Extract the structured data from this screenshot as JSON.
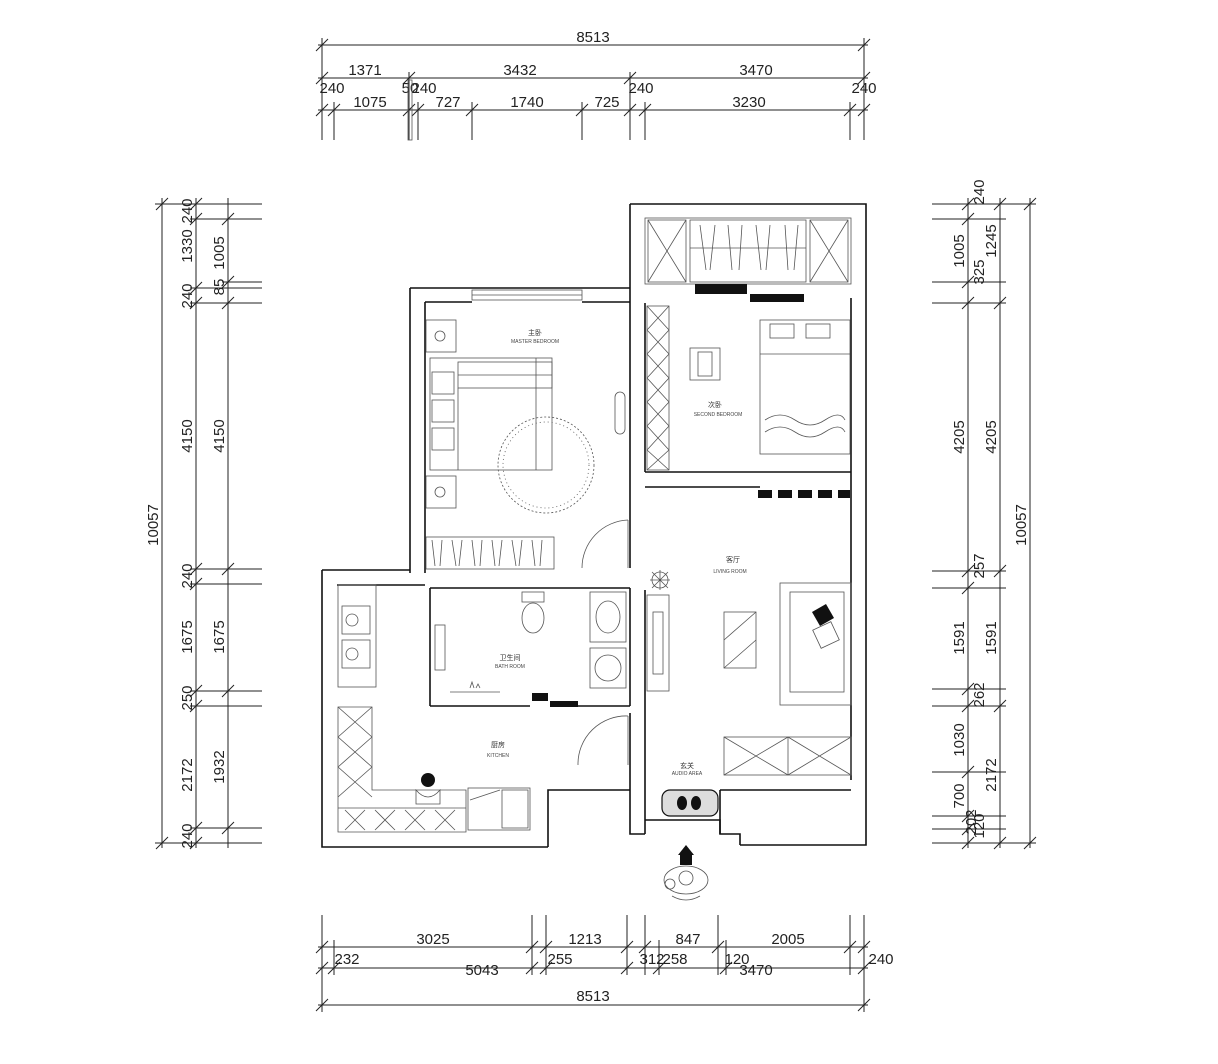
{
  "top_dimensions": {
    "overall": "8513",
    "row2": [
      "1371",
      "3432",
      "3470"
    ],
    "row3": [
      "240",
      "1075",
      "50",
      "240",
      "727",
      "1740",
      "725",
      "240",
      "3230",
      "240"
    ]
  },
  "bottom_dimensions": {
    "row1": [
      "3025",
      "1213",
      "847",
      "2005"
    ],
    "row2": [
      "232",
      "5043",
      "255",
      "312",
      "258",
      "120",
      "3470",
      "240"
    ],
    "overall": "8513"
  },
  "left_dimensions": {
    "overall": "10057",
    "col_outer": [
      "240",
      "1330",
      "240",
      "4150",
      "240",
      "1675",
      "250",
      "2172",
      "240"
    ],
    "col_inner": [
      "1005",
      "85",
      "4150",
      "1675",
      "1932"
    ]
  },
  "right_dimensions": {
    "overall": "10057",
    "col_inner": [
      "240",
      "1005",
      "325",
      "4205",
      "257",
      "1591",
      "262",
      "1030",
      "700",
      "202",
      "120"
    ],
    "col_outer": [
      "1245",
      "4205",
      "1591",
      "2172"
    ]
  },
  "rooms": {
    "master_bedroom": {
      "title": "主卧",
      "subtitle": "MASTER BEDROOM"
    },
    "second_bedroom": {
      "title": "次卧",
      "subtitle": "SECOND BEDROOM"
    },
    "living_room": {
      "title": "客厅",
      "subtitle": "LIVING ROOM"
    },
    "bathroom": {
      "title": "卫生间",
      "subtitle": "BATH ROOM"
    },
    "kitchen": {
      "title": "厨房",
      "subtitle": "KITCHEN"
    },
    "entrance": {
      "title": "玄关",
      "subtitle": "AUDIO AREA"
    }
  },
  "icons": {
    "entry_person": "person-topview-icon",
    "plant": "plant-icon"
  }
}
